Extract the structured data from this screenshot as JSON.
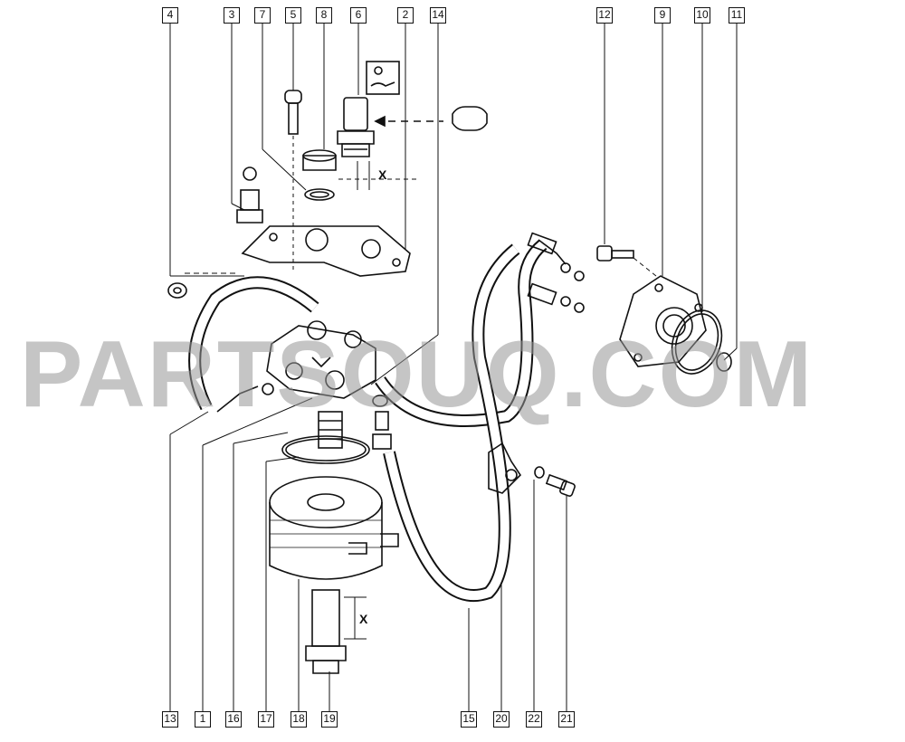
{
  "diagram": {
    "callouts_top": [
      "4",
      "3",
      "7",
      "5",
      "8",
      "6",
      "2",
      "14",
      "12",
      "9",
      "10",
      "11"
    ],
    "callouts_bottom": [
      "13",
      "1",
      "16",
      "17",
      "18",
      "19",
      "15",
      "20",
      "22",
      "21"
    ],
    "dimension_labels": [
      "X",
      "X"
    ],
    "watermark": "PARTSOUQ.COM"
  },
  "colors": {
    "line": "#111111",
    "watermark": "#969696"
  }
}
